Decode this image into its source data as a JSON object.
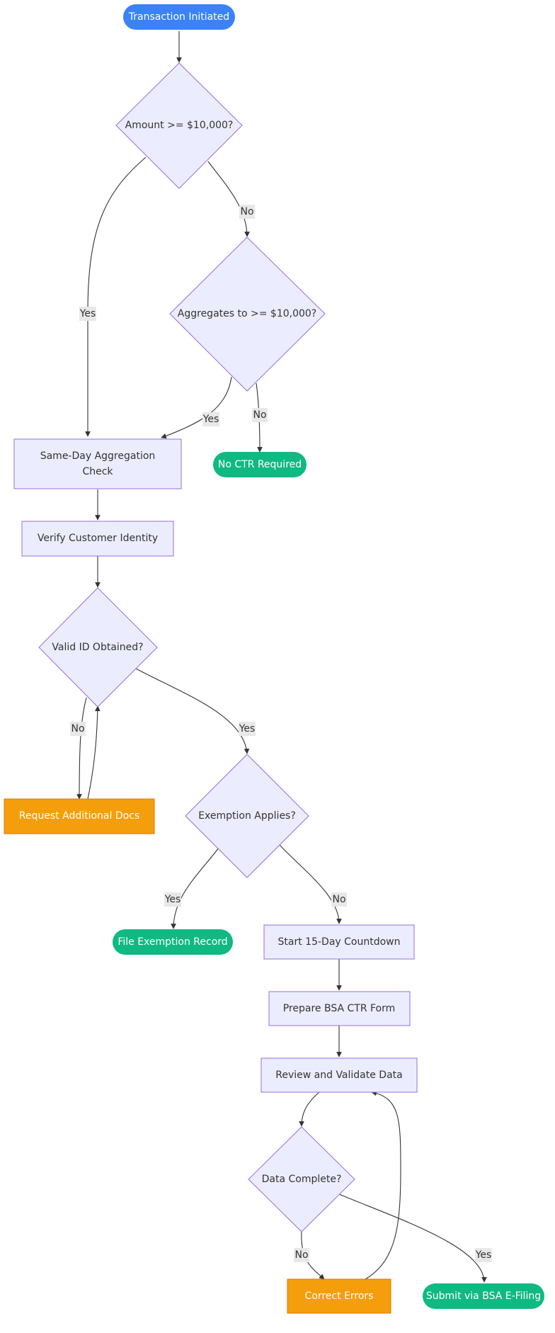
{
  "colors": {
    "process_fill": "#ECECFF",
    "process_stroke": "#9370DB",
    "start_fill": "#3B82F6",
    "end_fill": "#10B981",
    "warn_fill": "#F59E0B",
    "edge": "#333333",
    "edge_label_bg": "#E8E8E8"
  },
  "nodes": {
    "start": "Transaction Initiated",
    "amount_check": "Amount >= $10,000?",
    "aggregates_check": "Aggregates to >= $10,000?",
    "same_day_line1": "Same-Day Aggregation",
    "same_day_line2": "Check",
    "no_ctr": "No CTR Required",
    "verify_identity": "Verify Customer Identity",
    "valid_id": "Valid ID Obtained?",
    "request_docs": "Request Additional Docs",
    "exemption": "Exemption Applies?",
    "file_exemption": "File Exemption Record",
    "countdown": "Start 15-Day Countdown",
    "prepare_form": "Prepare BSA CTR Form",
    "review": "Review and Validate Data",
    "data_complete": "Data Complete?",
    "correct_errors": "Correct Errors",
    "submit": "Submit via BSA E-Filing"
  },
  "edge_labels": {
    "amount_yes": "Yes",
    "amount_no": "No",
    "agg_yes": "Yes",
    "agg_no": "No",
    "valid_no": "No",
    "valid_yes": "Yes",
    "exempt_yes": "Yes",
    "exempt_no": "No",
    "complete_no": "No",
    "complete_yes": "Yes"
  }
}
